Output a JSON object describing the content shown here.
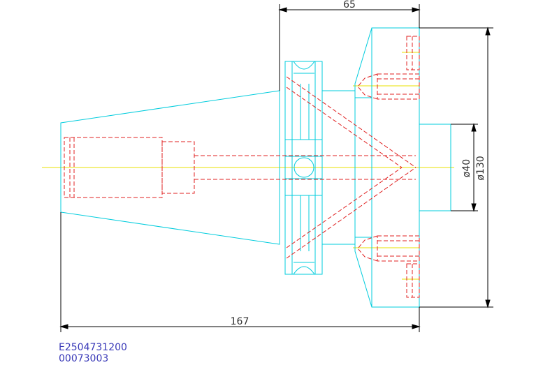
{
  "drawing": {
    "colors": {
      "outline": "#00ccdd",
      "hidden": "#e02020",
      "centerline": "#e8e000",
      "dimension": "#000000",
      "text_code": "#3a3ab8"
    },
    "dimensions": {
      "top_length": "65",
      "overall_length": "167",
      "small_diameter": "ø40",
      "large_diameter": "ø130"
    },
    "codes": {
      "line1": "E2504731200",
      "line2": "00073003"
    }
  }
}
